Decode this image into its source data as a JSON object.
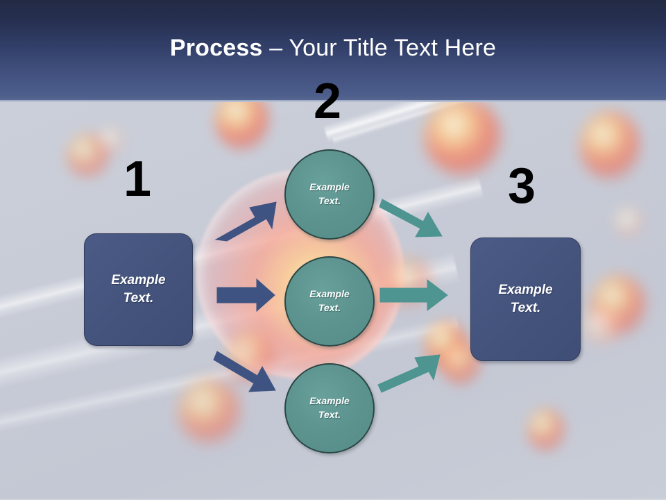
{
  "slide": {
    "title_strong": "Process",
    "title_rest": " – Your Title Text Here",
    "background_color": "#c7cbd6",
    "header_color_top": "#222a44",
    "header_color_bottom": "#566790",
    "accent_blue": "#44537c",
    "accent_teal": "#5d9490",
    "arrow_blue": "#3f5382",
    "arrow_teal": "#4e9490",
    "number_color": "#000000"
  },
  "steps": [
    {
      "number": "1",
      "label": "step-number-1"
    },
    {
      "number": "2",
      "label": "step-number-2"
    },
    {
      "number": "3",
      "label": "step-number-3"
    }
  ],
  "boxes": {
    "start": {
      "line1": "Example",
      "line2": "Text."
    },
    "end": {
      "line1": "Example",
      "line2": "Text."
    }
  },
  "circles": [
    {
      "line1": "Example",
      "line2": "Text."
    },
    {
      "line1": "Example",
      "line2": "Text."
    },
    {
      "line1": "Example",
      "line2": "Text."
    }
  ],
  "arrows": [
    {
      "name": "arrow-start-to-circle-1",
      "color": "#3f5382",
      "direction": "up-right"
    },
    {
      "name": "arrow-start-to-circle-2",
      "color": "#3f5382",
      "direction": "right"
    },
    {
      "name": "arrow-start-to-circle-3",
      "color": "#3f5382",
      "direction": "down-right"
    },
    {
      "name": "arrow-circle-1-to-end",
      "color": "#4e9490",
      "direction": "down-right"
    },
    {
      "name": "arrow-circle-2-to-end",
      "color": "#4e9490",
      "direction": "right"
    },
    {
      "name": "arrow-circle-3-to-end",
      "color": "#4e9490",
      "direction": "up-right"
    }
  ]
}
